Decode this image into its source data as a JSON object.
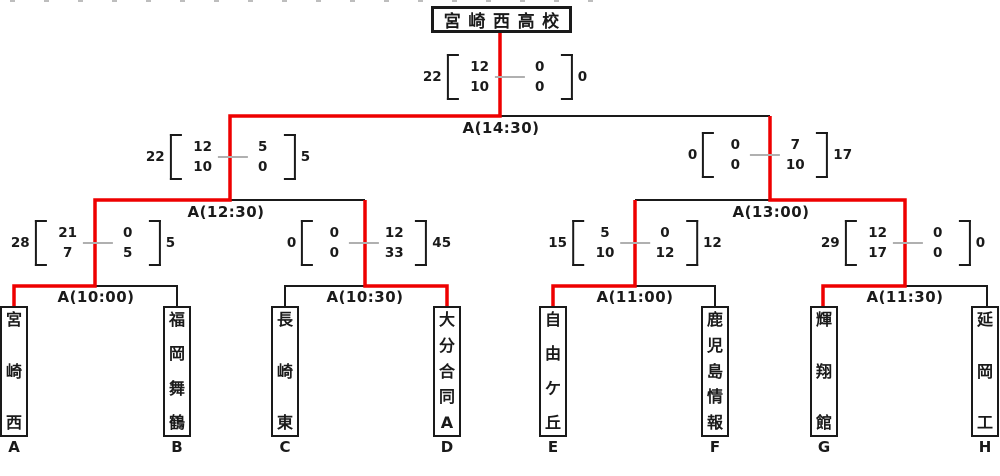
{
  "colors": {
    "line": "#1a1a1a",
    "winner_path": "#ee0000",
    "half_divider": "#b0b0b0"
  },
  "champion": {
    "name": "宮崎西高校"
  },
  "matches": {
    "final": {
      "time": "A(14:30)",
      "left_total": "22",
      "left_h1": "12",
      "left_h2": "10",
      "right_h1": "0",
      "right_h2": "0",
      "right_total": "0"
    },
    "sf1": {
      "time": "A(12:30)",
      "left_total": "22",
      "left_h1": "12",
      "left_h2": "10",
      "right_h1": "5",
      "right_h2": "0",
      "right_total": "5"
    },
    "sf2": {
      "time": "A(13:00)",
      "left_total": "0",
      "left_h1": "0",
      "left_h2": "0",
      "right_h1": "7",
      "right_h2": "10",
      "right_total": "17"
    },
    "qf1": {
      "time": "A(10:00)",
      "left_total": "28",
      "left_h1": "21",
      "left_h2": "7",
      "right_h1": "0",
      "right_h2": "5",
      "right_total": "5"
    },
    "qf2": {
      "time": "A(10:30)",
      "left_total": "0",
      "left_h1": "0",
      "left_h2": "0",
      "right_h1": "12",
      "right_h2": "33",
      "right_total": "45"
    },
    "qf3": {
      "time": "A(11:00)",
      "left_total": "15",
      "left_h1": "5",
      "left_h2": "10",
      "right_h1": "0",
      "right_h2": "12",
      "right_total": "12"
    },
    "qf4": {
      "time": "A(11:30)",
      "left_total": "29",
      "left_h1": "12",
      "left_h2": "17",
      "right_h1": "0",
      "right_h2": "0",
      "right_total": "0"
    }
  },
  "teams": {
    "A": {
      "seed": "A",
      "name": "宮崎西"
    },
    "B": {
      "seed": "B",
      "name": "福岡舞鶴"
    },
    "C": {
      "seed": "C",
      "name": "長崎東"
    },
    "D": {
      "seed": "D",
      "name": "大分合同A"
    },
    "E": {
      "seed": "E",
      "name": "自由ケ丘"
    },
    "F": {
      "seed": "F",
      "name": "鹿児島情報"
    },
    "G": {
      "seed": "G",
      "name": "輝翔館"
    },
    "H": {
      "seed": "H",
      "name": "延岡工"
    }
  }
}
